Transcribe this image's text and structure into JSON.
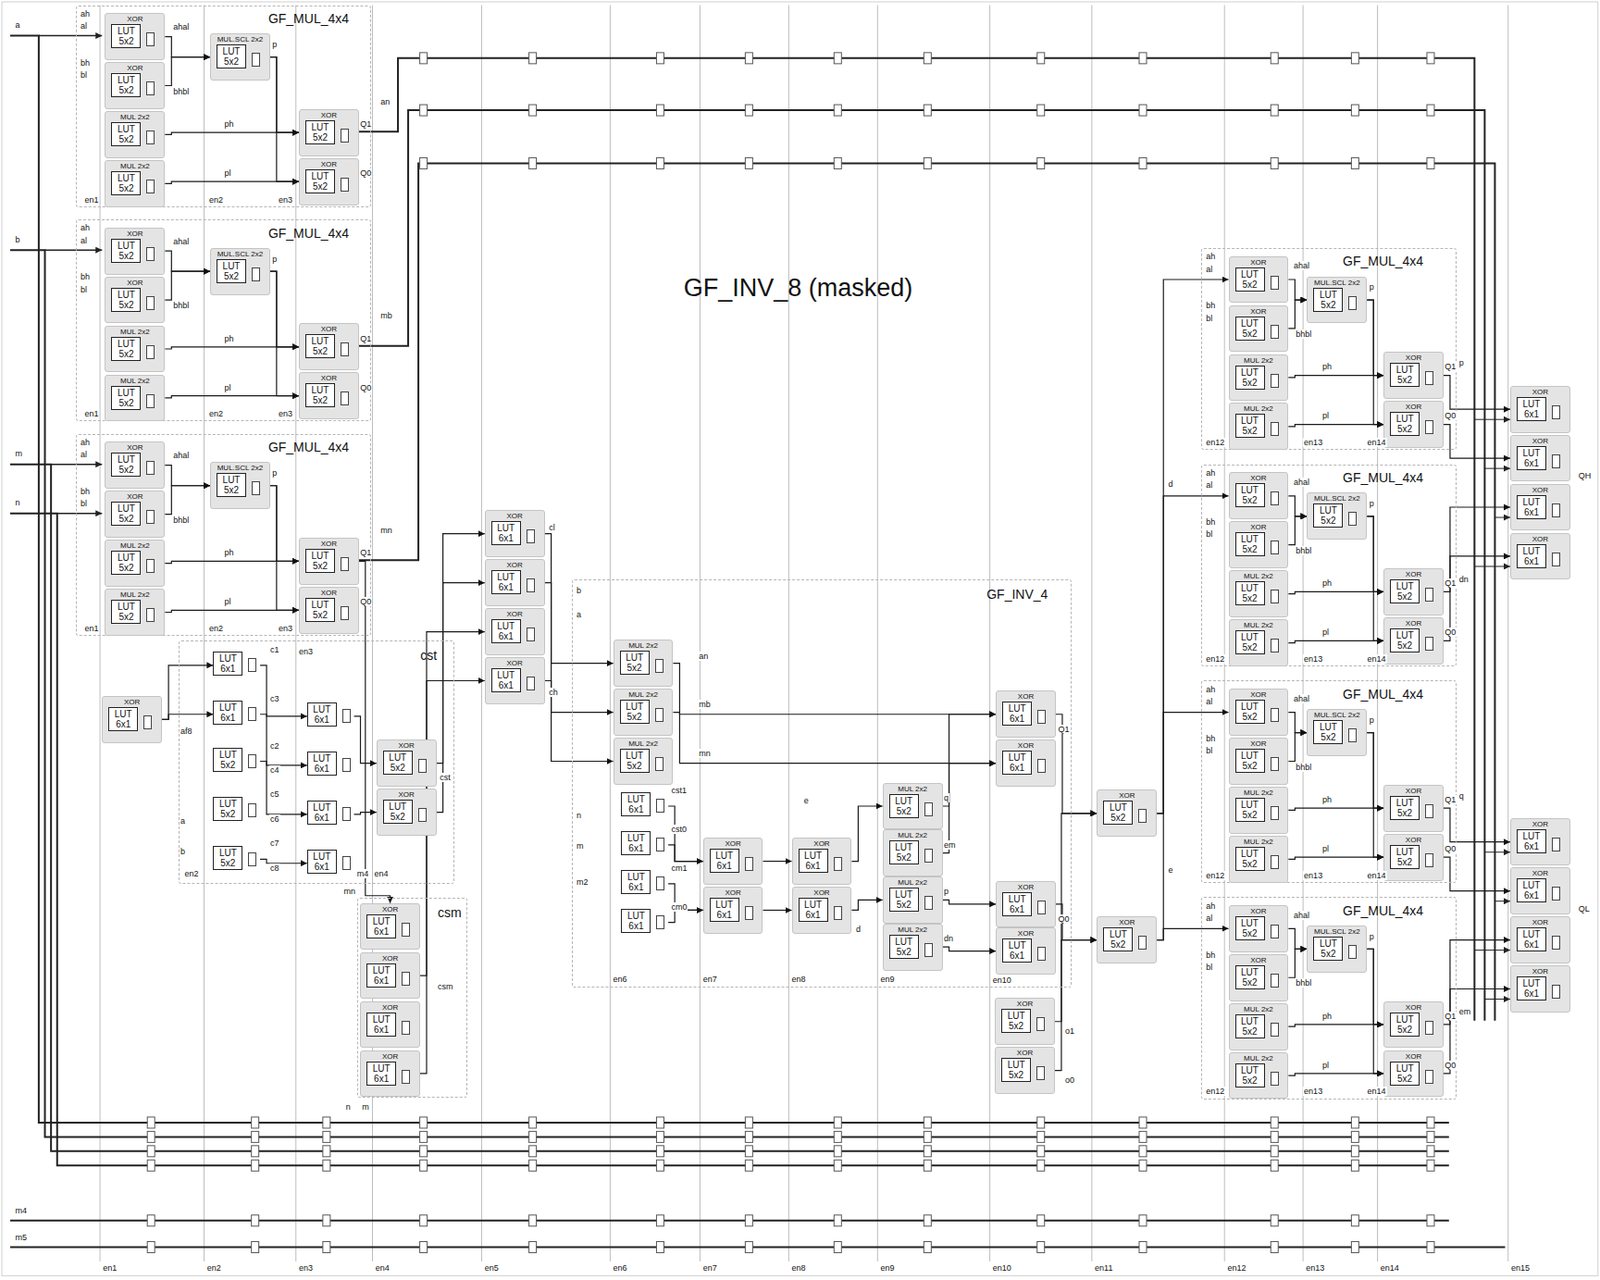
{
  "diagram": {
    "title": "GF_INV_8 (masked)",
    "nodes": [
      {
        "text": [
          "GF_MUL_4x4"
        ]
      },
      {
        "text": [
          "XOR",
          "LUT 5x2"
        ],
        "in": 0
      },
      {
        "text": [
          "XOR",
          "LUT 5x2"
        ],
        "in": 0
      },
      {
        "text": [
          "MUL 2x2",
          "LUT 5x2"
        ],
        "in": 0
      },
      {
        "text": [
          "MUL 2x2",
          "LUT 5x2"
        ],
        "in": 0
      },
      {
        "text": [
          "MUL.SCL 2x2",
          "LUT 5x2"
        ],
        "in": 0
      },
      {
        "text": [
          "XOR",
          "LUT 5x2"
        ],
        "in": 0
      },
      {
        "text": [
          "XOR",
          "LUT 5x2"
        ],
        "in": 0
      },
      {
        "text": [
          "GF_MUL_4x4"
        ]
      },
      {
        "text": [
          "XOR",
          "LUT 5x2"
        ],
        "in": 8
      },
      {
        "text": [
          "XOR",
          "LUT 5x2"
        ],
        "in": 8
      },
      {
        "text": [
          "MUL 2x2",
          "LUT 5x2"
        ],
        "in": 8
      },
      {
        "text": [
          "MUL 2x2",
          "LUT 5x2"
        ],
        "in": 8
      },
      {
        "text": [
          "MUL.SCL 2x2",
          "LUT 5x2"
        ],
        "in": 8
      },
      {
        "text": [
          "XOR",
          "LUT 5x2"
        ],
        "in": 8
      },
      {
        "text": [
          "XOR",
          "LUT 5x2"
        ],
        "in": 8
      },
      {
        "text": [
          "GF_MUL_4x4"
        ]
      },
      {
        "text": [
          "XOR",
          "LUT 5x2"
        ],
        "in": 16
      },
      {
        "text": [
          "XOR",
          "LUT 5x2"
        ],
        "in": 16
      },
      {
        "text": [
          "MUL 2x2",
          "LUT 5x2"
        ],
        "in": 16
      },
      {
        "text": [
          "MUL 2x2",
          "LUT 5x2"
        ],
        "in": 16
      },
      {
        "text": [
          "MUL.SCL 2x2",
          "LUT 5x2"
        ],
        "in": 16
      },
      {
        "text": [
          "XOR",
          "LUT 5x2"
        ],
        "in": 16
      },
      {
        "text": [
          "XOR",
          "LUT 5x2"
        ],
        "in": 16
      },
      {
        "text": [
          "XOR",
          "LUT 6x1"
        ]
      },
      {
        "text": [
          "cst"
        ]
      },
      {
        "text": [
          "LUT 6x1"
        ],
        "in": 25
      },
      {
        "text": [
          "LUT 6x1"
        ],
        "in": 25
      },
      {
        "text": [
          "LUT 5x2"
        ],
        "in": 25
      },
      {
        "text": [
          "LUT 5x2"
        ],
        "in": 25
      },
      {
        "text": [
          "LUT 5x2"
        ],
        "in": 25
      },
      {
        "text": [
          "LUT 6x1"
        ],
        "in": 25
      },
      {
        "text": [
          "LUT 6x1"
        ],
        "in": 25
      },
      {
        "text": [
          "LUT 6x1"
        ],
        "in": 25
      },
      {
        "text": [
          "LUT 6x1"
        ],
        "in": 25
      },
      {
        "text": [
          "XOR",
          "LUT 5x2"
        ],
        "in": 25
      },
      {
        "text": [
          "XOR",
          "LUT 5x2"
        ],
        "in": 25
      },
      {
        "text": [
          "csm"
        ]
      },
      {
        "text": [
          "XOR",
          "LUT 6x1"
        ],
        "in": 37
      },
      {
        "text": [
          "XOR",
          "LUT 6x1"
        ],
        "in": 37
      },
      {
        "text": [
          "XOR",
          "LUT 6x1"
        ],
        "in": 37
      },
      {
        "text": [
          "XOR",
          "LUT 6x1"
        ],
        "in": 37
      },
      {
        "text": [
          "XOR",
          "LUT 6x1"
        ]
      },
      {
        "text": [
          "XOR",
          "LUT 6x1"
        ]
      },
      {
        "text": [
          "XOR",
          "LUT 6x1"
        ]
      },
      {
        "text": [
          "XOR",
          "LUT 6x1"
        ]
      },
      {
        "text": [
          "GF_INV_4"
        ]
      },
      {
        "text": [
          "MUL 2x2",
          "LUT 5x2"
        ],
        "in": 46
      },
      {
        "text": [
          "MUL 2x2",
          "LUT 5x2"
        ],
        "in": 46
      },
      {
        "text": [
          "MUL 2x2",
          "LUT 5x2"
        ],
        "in": 46
      },
      {
        "text": [
          "LUT 6x1"
        ],
        "in": 46
      },
      {
        "text": [
          "LUT 6x1"
        ],
        "in": 46
      },
      {
        "text": [
          "LUT 6x1"
        ],
        "in": 46
      },
      {
        "text": [
          "LUT 6x1"
        ],
        "in": 46
      },
      {
        "text": [
          "XOR",
          "LUT 6x1"
        ],
        "in": 46
      },
      {
        "text": [
          "XOR",
          "LUT 6x1"
        ],
        "in": 46
      },
      {
        "text": [
          "XOR",
          "LUT 6x1"
        ],
        "in": 46
      },
      {
        "text": [
          "XOR",
          "LUT 6x1"
        ],
        "in": 46
      },
      {
        "text": [
          "MUL 2x2",
          "LUT 5x2"
        ],
        "in": 46
      },
      {
        "text": [
          "MUL 2x2",
          "LUT 5x2"
        ],
        "in": 46
      },
      {
        "text": [
          "MUL 2x2",
          "LUT 5x2"
        ],
        "in": 46
      },
      {
        "text": [
          "MUL 2x2",
          "LUT 5x2"
        ],
        "in": 46
      },
      {
        "text": [
          "XOR",
          "LUT 6x1"
        ],
        "in": 46
      },
      {
        "text": [
          "XOR",
          "LUT 6x1"
        ],
        "in": 46
      },
      {
        "text": [
          "XOR",
          "LUT 6x1"
        ],
        "in": 46
      },
      {
        "text": [
          "XOR",
          "LUT 6x1"
        ],
        "in": 46
      },
      {
        "text": [
          "XOR",
          "LUT 5x2"
        ]
      },
      {
        "text": [
          "XOR",
          "LUT 5x2"
        ]
      },
      {
        "text": [
          "XOR",
          "LUT 5x2"
        ]
      },
      {
        "text": [
          "XOR",
          "LUT 5x2"
        ]
      },
      {
        "text": [
          "GF_MUL_4x4"
        ]
      },
      {
        "text": [
          "XOR",
          "LUT 5x2"
        ],
        "in": 70
      },
      {
        "text": [
          "XOR",
          "LUT 5x2"
        ],
        "in": 70
      },
      {
        "text": [
          "MUL 2x2",
          "LUT 5x2"
        ],
        "in": 70
      },
      {
        "text": [
          "MUL 2x2",
          "LUT 5x2"
        ],
        "in": 70
      },
      {
        "text": [
          "MUL.SCL 2x2",
          "LUT 5x2"
        ],
        "in": 70
      },
      {
        "text": [
          "XOR",
          "LUT 5x2"
        ],
        "in": 70
      },
      {
        "text": [
          "XOR",
          "LUT 5x2"
        ],
        "in": 70
      },
      {
        "text": [
          "GF_MUL_4x4"
        ]
      },
      {
        "text": [
          "XOR",
          "LUT 5x2"
        ],
        "in": 78
      },
      {
        "text": [
          "XOR",
          "LUT 5x2"
        ],
        "in": 78
      },
      {
        "text": [
          "MUL 2x2",
          "LUT 5x2"
        ],
        "in": 78
      },
      {
        "text": [
          "MUL 2x2",
          "LUT 5x2"
        ],
        "in": 78
      },
      {
        "text": [
          "MUL.SCL 2x2",
          "LUT 5x2"
        ],
        "in": 78
      },
      {
        "text": [
          "XOR",
          "LUT 5x2"
        ],
        "in": 78
      },
      {
        "text": [
          "XOR",
          "LUT 5x2"
        ],
        "in": 78
      },
      {
        "text": [
          "GF_MUL_4x4"
        ]
      },
      {
        "text": [
          "XOR",
          "LUT 5x2"
        ],
        "in": 86
      },
      {
        "text": [
          "XOR",
          "LUT 5x2"
        ],
        "in": 86
      },
      {
        "text": [
          "MUL 2x2",
          "LUT 5x2"
        ],
        "in": 86
      },
      {
        "text": [
          "MUL 2x2",
          "LUT 5x2"
        ],
        "in": 86
      },
      {
        "text": [
          "MUL.SCL 2x2",
          "LUT 5x2"
        ],
        "in": 86
      },
      {
        "text": [
          "XOR",
          "LUT 5x2"
        ],
        "in": 86
      },
      {
        "text": [
          "XOR",
          "LUT 5x2"
        ],
        "in": 86
      },
      {
        "text": [
          "GF_MUL_4x4"
        ]
      },
      {
        "text": [
          "XOR",
          "LUT 5x2"
        ],
        "in": 94
      },
      {
        "text": [
          "XOR",
          "LUT 5x2"
        ],
        "in": 94
      },
      {
        "text": [
          "MUL 2x2",
          "LUT 5x2"
        ],
        "in": 94
      },
      {
        "text": [
          "MUL 2x2",
          "LUT 5x2"
        ],
        "in": 94
      },
      {
        "text": [
          "MUL.SCL 2x2",
          "LUT 5x2"
        ],
        "in": 94
      },
      {
        "text": [
          "XOR",
          "LUT 5x2"
        ],
        "in": 94
      },
      {
        "text": [
          "XOR",
          "LUT 5x2"
        ],
        "in": 94
      },
      {
        "text": [
          "XOR",
          "LUT 6x1"
        ]
      },
      {
        "text": [
          "XOR",
          "LUT 6x1"
        ]
      },
      {
        "text": [
          "XOR",
          "LUT 6x1"
        ]
      },
      {
        "text": [
          "XOR",
          "LUT 6x1"
        ]
      },
      {
        "text": [
          "XOR",
          "LUT 6x1"
        ]
      },
      {
        "text": [
          "XOR",
          "LUT 6x1"
        ]
      },
      {
        "text": [
          "XOR",
          "LUT 6x1"
        ]
      },
      {
        "text": [
          "XOR",
          "LUT 6x1"
        ]
      }
    ],
    "edges": [
      {
        "from": 1,
        "to": 5,
        "arrow": "to"
      },
      {
        "from": 2,
        "to": 5,
        "arrow": "to"
      },
      {
        "from": 3,
        "to": 6,
        "arrow": "to"
      },
      {
        "from": 4,
        "to": 7,
        "arrow": "to"
      },
      {
        "from": 5,
        "to": 6,
        "arrow": "to"
      },
      {
        "from": 5,
        "to": 7,
        "arrow": "to"
      },
      {
        "from": 9,
        "to": 13,
        "arrow": "to"
      },
      {
        "from": 10,
        "to": 13,
        "arrow": "to"
      },
      {
        "from": 11,
        "to": 14,
        "arrow": "to"
      },
      {
        "from": 12,
        "to": 15,
        "arrow": "to"
      },
      {
        "from": 13,
        "to": 14,
        "arrow": "to"
      },
      {
        "from": 13,
        "to": 15,
        "arrow": "to"
      },
      {
        "from": 17,
        "to": 21,
        "arrow": "to"
      },
      {
        "from": 18,
        "to": 21,
        "arrow": "to"
      },
      {
        "from": 19,
        "to": 22,
        "arrow": "to"
      },
      {
        "from": 20,
        "to": 23,
        "arrow": "to"
      },
      {
        "from": 21,
        "to": 22,
        "arrow": "to"
      },
      {
        "from": 21,
        "to": 23,
        "arrow": "to"
      },
      {
        "from": 71,
        "to": 75,
        "arrow": "to"
      },
      {
        "from": 72,
        "to": 75,
        "arrow": "to"
      },
      {
        "from": 73,
        "to": 76,
        "arrow": "to"
      },
      {
        "from": 74,
        "to": 77,
        "arrow": "to"
      },
      {
        "from": 75,
        "to": 76,
        "arrow": "to"
      },
      {
        "from": 75,
        "to": 77,
        "arrow": "to"
      },
      {
        "from": 79,
        "to": 83,
        "arrow": "to"
      },
      {
        "from": 80,
        "to": 83,
        "arrow": "to"
      },
      {
        "from": 81,
        "to": 84,
        "arrow": "to"
      },
      {
        "from": 82,
        "to": 85,
        "arrow": "to"
      },
      {
        "from": 83,
        "to": 84,
        "arrow": "to"
      },
      {
        "from": 83,
        "to": 85,
        "arrow": "to"
      },
      {
        "from": 87,
        "to": 91,
        "arrow": "to"
      },
      {
        "from": 88,
        "to": 91,
        "arrow": "to"
      },
      {
        "from": 89,
        "to": 92,
        "arrow": "to"
      },
      {
        "from": 90,
        "to": 93,
        "arrow": "to"
      },
      {
        "from": 91,
        "to": 92,
        "arrow": "to"
      },
      {
        "from": 91,
        "to": 93,
        "arrow": "to"
      },
      {
        "from": 95,
        "to": 99,
        "arrow": "to"
      },
      {
        "from": 96,
        "to": 99,
        "arrow": "to"
      },
      {
        "from": 97,
        "to": 100,
        "arrow": "to"
      },
      {
        "from": 98,
        "to": 101,
        "arrow": "to"
      },
      {
        "from": 99,
        "to": 100,
        "arrow": "to"
      },
      {
        "from": 99,
        "to": 101,
        "arrow": "to"
      },
      {
        "from": 22,
        "to": 38,
        "arrow": "to"
      },
      {
        "from": 24,
        "to": 26,
        "arrow": "to"
      },
      {
        "from": 24,
        "to": 27,
        "arrow": "to"
      },
      {
        "from": 26,
        "to": 31,
        "arrow": "to"
      },
      {
        "from": 27,
        "to": 32,
        "arrow": "to"
      },
      {
        "from": 28,
        "to": 33,
        "arrow": "to"
      },
      {
        "from": 30,
        "to": 34,
        "arrow": "to"
      },
      {
        "from": 31,
        "to": 35,
        "arrow": "to"
      },
      {
        "from": 33,
        "to": 36,
        "arrow": "to"
      },
      {
        "from": 35,
        "to": 42,
        "arrow": "to"
      },
      {
        "from": 36,
        "to": 43,
        "arrow": "to"
      },
      {
        "from": 39,
        "to": 44,
        "arrow": "to"
      },
      {
        "from": 41,
        "to": 45,
        "arrow": "to"
      },
      {
        "from": 42,
        "to": 47,
        "arrow": "to"
      },
      {
        "from": 45,
        "to": 48,
        "arrow": "to"
      },
      {
        "from": 43,
        "to": 49,
        "arrow": "to"
      },
      {
        "from": 50,
        "to": 54,
        "arrow": "to"
      },
      {
        "from": 51,
        "to": 54,
        "arrow": "to"
      },
      {
        "from": 52,
        "to": 55,
        "arrow": "to"
      },
      {
        "from": 53,
        "to": 55,
        "arrow": "to"
      },
      {
        "from": 54,
        "to": 56,
        "arrow": "to"
      },
      {
        "from": 55,
        "to": 57,
        "arrow": "to"
      },
      {
        "from": 56,
        "to": 58,
        "arrow": "to"
      },
      {
        "from": 57,
        "to": 60,
        "arrow": "to"
      },
      {
        "from": 58,
        "to": 62,
        "arrow": "to"
      },
      {
        "from": 59,
        "to": 63,
        "arrow": "to"
      },
      {
        "from": 60,
        "to": 64,
        "arrow": "to"
      },
      {
        "from": 61,
        "to": 65,
        "arrow": "to"
      },
      {
        "from": 47,
        "to": 62,
        "arrow": "to"
      },
      {
        "from": 48,
        "to": 63,
        "arrow": "to"
      },
      {
        "from": 62,
        "to": 68,
        "arrow": "to"
      },
      {
        "from": 64,
        "to": 69,
        "arrow": "to"
      },
      {
        "from": 66,
        "to": 68,
        "arrow": "to"
      },
      {
        "from": 67,
        "to": 69,
        "arrow": "to"
      },
      {
        "from": 68,
        "to": 71,
        "arrow": "to"
      },
      {
        "from": 68,
        "to": 87,
        "arrow": "to"
      },
      {
        "from": 69,
        "to": 79,
        "arrow": "to"
      },
      {
        "from": 69,
        "to": 95,
        "arrow": "to"
      },
      {
        "from": 76,
        "to": 102,
        "arrow": "to"
      },
      {
        "from": 77,
        "to": 103,
        "arrow": "to"
      },
      {
        "from": 84,
        "to": 104,
        "arrow": "to"
      },
      {
        "from": 85,
        "to": 105,
        "arrow": "to"
      },
      {
        "from": 92,
        "to": 106,
        "arrow": "to"
      },
      {
        "from": 93,
        "to": 107,
        "arrow": "to"
      },
      {
        "from": 100,
        "to": 108,
        "arrow": "to"
      },
      {
        "from": 101,
        "to": 109,
        "arrow": "to"
      }
    ],
    "labels": [
      "a",
      "b",
      "m",
      "n",
      "m4",
      "m5",
      "en1",
      "en2",
      "en3",
      "en4",
      "en5",
      "en6",
      "en7",
      "en8",
      "en9",
      "en10",
      "en11",
      "en12",
      "en13",
      "en14",
      "en15",
      "ah",
      "al",
      "bh",
      "bl",
      "ahal",
      "bhbl",
      "p",
      "ph",
      "pl",
      "Q1",
      "Q0",
      "en1",
      "en2",
      "en3",
      "an",
      "ah",
      "al",
      "bh",
      "bl",
      "ahal",
      "bhbl",
      "p",
      "ph",
      "pl",
      "Q1",
      "Q0",
      "en1",
      "en2",
      "en3",
      "mb",
      "ah",
      "al",
      "bh",
      "bl",
      "ahal",
      "bhbl",
      "p",
      "ph",
      "pl",
      "Q1",
      "Q0",
      "en1",
      "en2",
      "en3",
      "mn",
      "ah",
      "al",
      "bh",
      "bl",
      "ahal",
      "bhbl",
      "p",
      "ph",
      "pl",
      "Q1",
      "Q0",
      "en12",
      "en13",
      "en14",
      "p",
      "ah",
      "al",
      "bh",
      "bl",
      "ahal",
      "bhbl",
      "p",
      "ph",
      "pl",
      "Q1",
      "Q0",
      "en12",
      "en13",
      "en14",
      "dn",
      "ah",
      "al",
      "bh",
      "bl",
      "ahal",
      "bhbl",
      "p",
      "ph",
      "pl",
      "Q1",
      "Q0",
      "en12",
      "en13",
      "en14",
      "q",
      "ah",
      "al",
      "bh",
      "bl",
      "ahal",
      "bhbl",
      "p",
      "ph",
      "pl",
      "Q1",
      "Q0",
      "en12",
      "en13",
      "en14",
      "em",
      "af8",
      "c1",
      "c3",
      "c2",
      "c4",
      "c5",
      "c6",
      "c7",
      "c8",
      "a",
      "b",
      "en2",
      "en3",
      "m4",
      "en4",
      "cst",
      "mn",
      "n",
      "m",
      "csm",
      "cl",
      "ch",
      "b",
      "a",
      "an",
      "mb",
      "mn",
      "n",
      "m",
      "m2",
      "cst1",
      "cst0",
      "cm1",
      "cm0",
      "e",
      "d",
      "q",
      "em",
      "p",
      "dn",
      "Q1",
      "Q0",
      "en6",
      "en7",
      "en8",
      "en9",
      "en10",
      "o1",
      "o0",
      "d",
      "e",
      "QH",
      "QL"
    ]
  }
}
